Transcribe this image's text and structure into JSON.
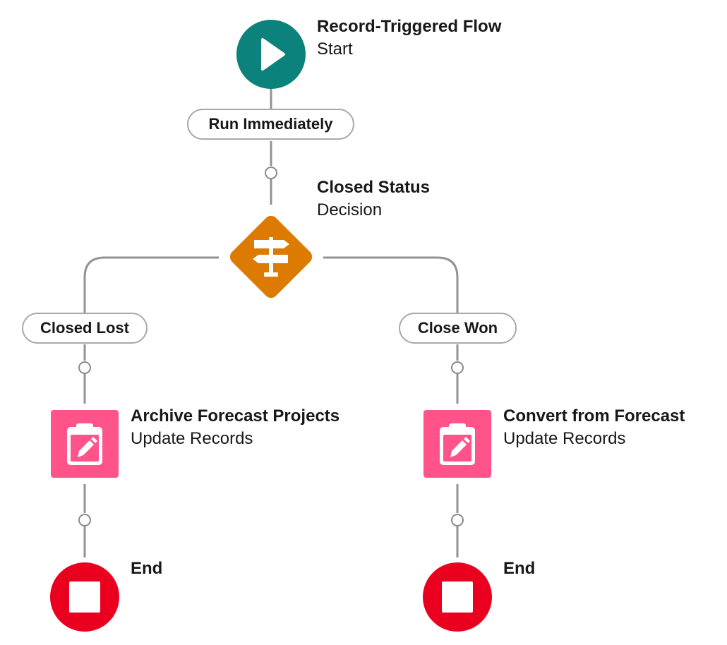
{
  "start": {
    "title": "Record-Triggered Flow",
    "subtitle": "Start",
    "color": "#0b827c",
    "icon": "play-icon"
  },
  "run_path": {
    "label": "Run Immediately"
  },
  "decision": {
    "title": "Closed Status",
    "subtitle": "Decision",
    "color": "#dd7a01",
    "icon": "signpost-icon"
  },
  "branches": [
    {
      "label": "Closed Lost",
      "action": {
        "title": "Archive Forecast Projects",
        "subtitle": "Update Records",
        "color": "#ff538a",
        "icon": "clipboard-edit-icon"
      },
      "end": {
        "title": "End",
        "color": "#ea001e",
        "icon": "stop-icon"
      }
    },
    {
      "label": "Close Won",
      "action": {
        "title": "Convert from Forecast",
        "subtitle": "Update Records",
        "color": "#ff538a",
        "icon": "clipboard-edit-icon"
      },
      "end": {
        "title": "End",
        "color": "#ea001e",
        "icon": "stop-icon"
      }
    }
  ],
  "connector_color": "#939393"
}
